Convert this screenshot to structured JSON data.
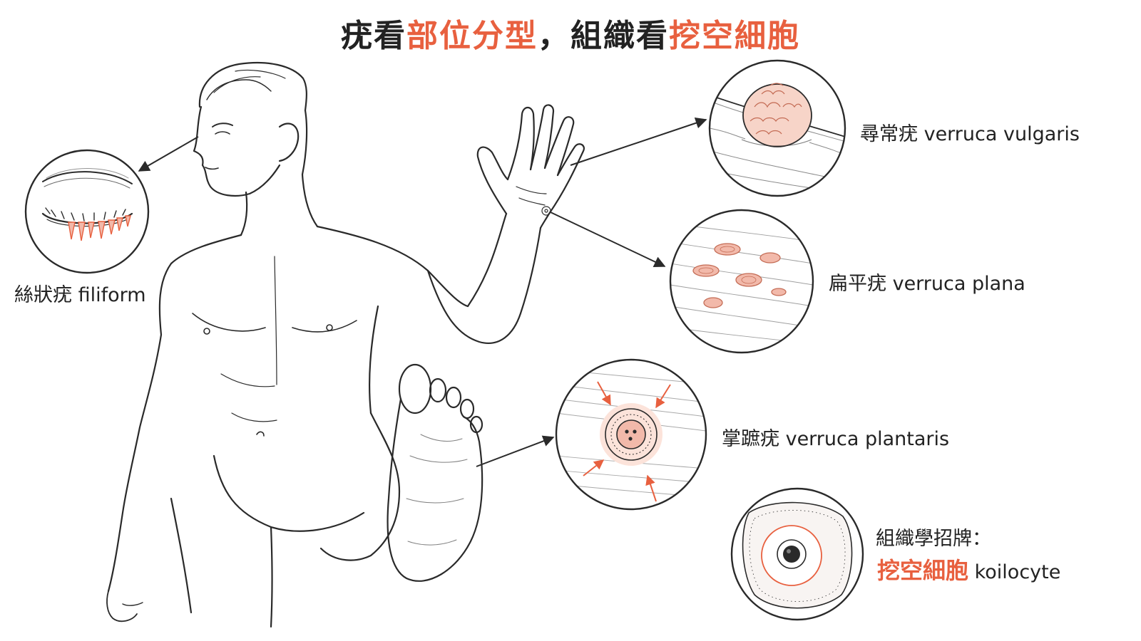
{
  "title": {
    "part1": "疣看",
    "part2": "部位分型",
    "part3": "，組織看",
    "part4": "挖空細胞"
  },
  "labels": {
    "filiform": {
      "zh": "絲狀疣",
      "en": "filiform"
    },
    "vulgaris": {
      "zh": "尋常疣",
      "en": "verruca vulgaris"
    },
    "plana": {
      "zh": "扁平疣",
      "en": "verruca plana"
    },
    "plantaris": {
      "zh": "掌蹠疣",
      "en": "verruca plantaris"
    },
    "koilocyte": {
      "line1": "組織學招牌：",
      "accent": "挖空細胞",
      "en": "koilocyte"
    }
  },
  "colors": {
    "accent": "#e8603f",
    "line": "#2a2a2a",
    "wart": "#f2b9aa"
  }
}
